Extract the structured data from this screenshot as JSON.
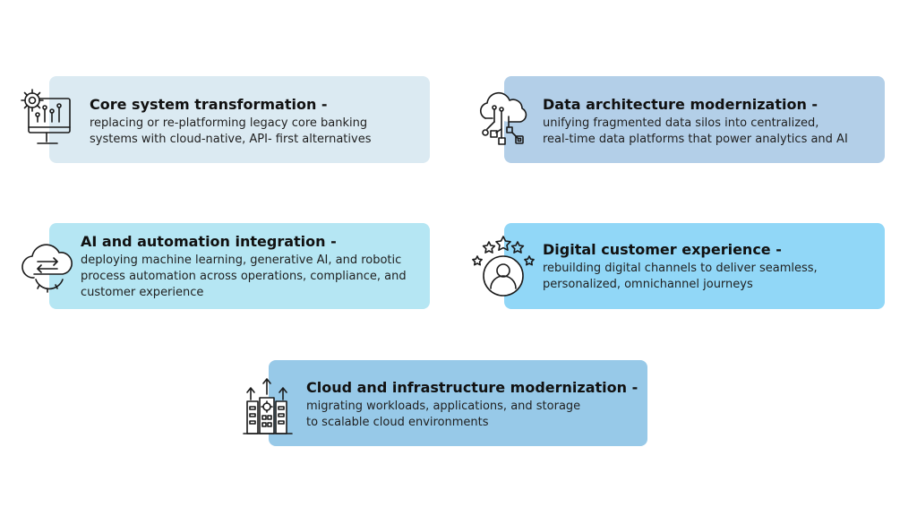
{
  "colors": {
    "card1": "#dbeaf2",
    "card2": "#b3cfe8",
    "card3": "#b5e6f3",
    "card4": "#91d7f7",
    "card5": "#97c9e8",
    "icon_stroke": "#1a1a1a"
  },
  "cards": [
    {
      "icon": "gear-monitor-icon",
      "title": "Core system transformation -",
      "description": "replacing or re-platforming legacy core banking\nsystems with cloud-native, API- first alternatives"
    },
    {
      "icon": "cloud-network-icon",
      "title": "Data architecture modernization -",
      "description": "unifying fragmented data silos into centralized,\nreal-time data platforms that power analytics and AI"
    },
    {
      "icon": "cloud-sync-gear-icon",
      "title": "AI and automation integration -",
      "description": "deploying machine learning, generative AI, and robotic\nprocess automation across operations, compliance, and\ncustomer experience"
    },
    {
      "icon": "customer-stars-icon",
      "title": "Digital customer experience -",
      "description": "rebuilding digital channels to deliver seamless,\npersonalized, omnichannel journeys"
    },
    {
      "icon": "building-upgrade-icon",
      "title": "Cloud and infrastructure modernization -",
      "description": "migrating workloads, applications, and storage\nto scalable cloud environments"
    }
  ]
}
